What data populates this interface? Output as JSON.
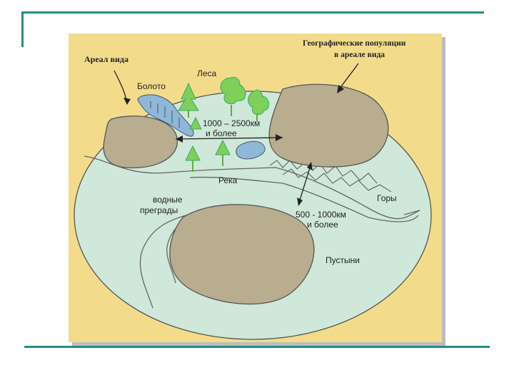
{
  "slide": {
    "accent_color": "#1f8f87"
  },
  "diagram": {
    "background_color": "#f2dc8c",
    "ellipse_color": "#cfe8d9",
    "population_color": "#b8ad8f",
    "labels": {
      "range": "Ареал  вида",
      "populations_line1": "Географические  популяции",
      "populations_line2": "в ареале вида",
      "swamp": "Болото",
      "forests": "Леса",
      "distance1_line1": "1000 – 2500км",
      "distance1_line2": "и более",
      "river": "Река",
      "water_line1": "водные",
      "water_line2": "преграды",
      "mountains": "Горы",
      "distance2_line1": "500  - 1000км",
      "distance2_line2": "и более",
      "deserts": "Пустыни"
    }
  }
}
